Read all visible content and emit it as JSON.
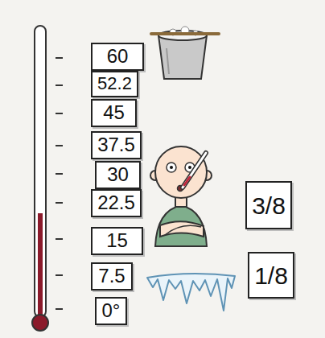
{
  "diagram": {
    "nodes": [
      {
        "text": [
          "60"
        ]
      },
      {
        "text": [
          "52.2"
        ]
      },
      {
        "text": [
          "45"
        ]
      },
      {
        "text": [
          "37.5"
        ]
      },
      {
        "text": [
          "30"
        ]
      },
      {
        "text": [
          "22.5"
        ]
      },
      {
        "text": [
          "3/8"
        ]
      },
      {
        "text": [
          "15"
        ]
      },
      {
        "text": [
          "7.5"
        ]
      },
      {
        "text": [
          "1/8"
        ]
      },
      {
        "text": [
          "0°"
        ]
      }
    ]
  }
}
